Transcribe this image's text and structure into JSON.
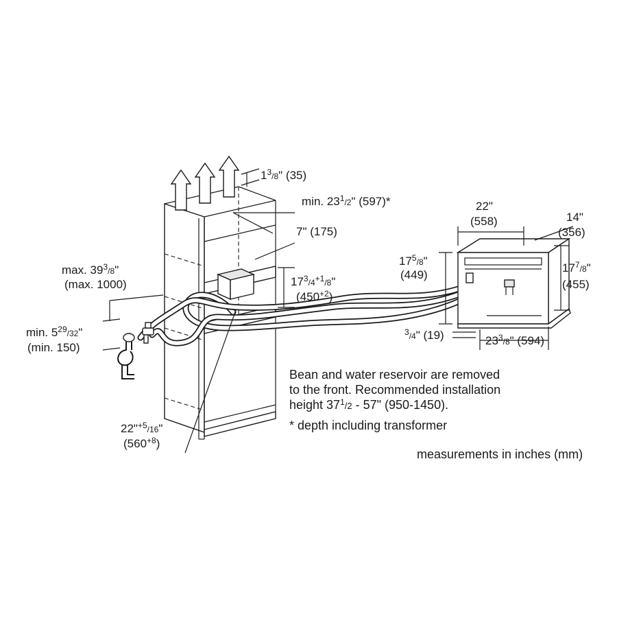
{
  "labels": {
    "vent_gap": {
      "main": "1",
      "sup": "3",
      "sub": "/8",
      "rest": "\" (35)"
    },
    "min_depth": {
      "main": "min. 23",
      "sup": "1",
      "sub": "/2",
      "rest": "\" (597)*"
    },
    "inner_7": {
      "main": "7\" (175)"
    },
    "max_height": {
      "line1_main": "max. 39",
      "line1_sup": "3",
      "line1_sub": "/8",
      "line1_rest": "\"",
      "line2": "(max. 1000)"
    },
    "min_drain": {
      "line1_main": "min. 5",
      "line1_sup": "29",
      "line1_sub": "/32",
      "line1_rest": "\"",
      "line2": "(min. 150)"
    },
    "niche_height": {
      "line1_main": "17",
      "line1_sup": "3",
      "line1_sub": "/4",
      "line1_sup2": "+1",
      "line1_sub2": "/8",
      "line1_rest": "\"",
      "line2_main": "(450",
      "line2_sup": "+2",
      "line2_rest": ")"
    },
    "niche_width": {
      "line1_main": "22\"",
      "line1_sup": "+5",
      "line1_sub": "/16",
      "line1_rest": "\"",
      "line2_main": "(560",
      "line2_sup": "+8",
      "line2_rest": ")"
    },
    "unit_width": {
      "line1": "22\"",
      "line2": "(558)"
    },
    "unit_depth": {
      "line1": "14\"",
      "line2": "(356)"
    },
    "unit_left_h": {
      "line1_main": "17",
      "line1_sup": "5",
      "line1_sub": "/8",
      "line1_rest": "\"",
      "line2": "(449)"
    },
    "unit_right_h": {
      "line1_main": "17",
      "line1_sup": "7",
      "line1_sub": "/8",
      "line1_rest": "\"",
      "line2": "(455)"
    },
    "frame_gap": {
      "sup": "3",
      "sub": "/4",
      "rest": "\" (19)"
    },
    "unit_bottom_w": {
      "main": "23",
      "sup": "3",
      "sub": "/8",
      "rest": "\" (594)"
    }
  },
  "notes": {
    "reservoir_line1": "Bean and water reservoir are removed",
    "reservoir_line2": "to the front. Recommended installation",
    "reservoir_line3_main": "height 37",
    "reservoir_line3_sup": "1",
    "reservoir_line3_sub": "/2",
    "reservoir_line3_rest": " - 57\" (950-1450).",
    "depth_note": "* depth including transformer",
    "units_note": "measurements in inches (mm)"
  },
  "icons": [
    "ventilation-arrow-icon",
    "water-tap-icon",
    "drain-trap-icon"
  ],
  "colors": {
    "line": "#1a1a1a",
    "background": "#ffffff"
  }
}
